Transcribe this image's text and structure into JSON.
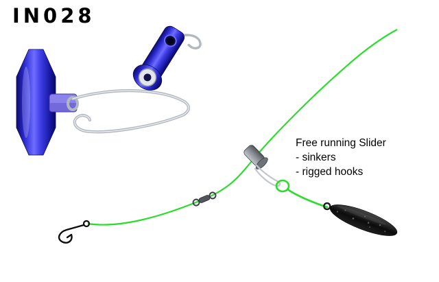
{
  "title": "IN028",
  "annotation": {
    "heading": "Free running Slider",
    "item1": "- sinkers",
    "item2": "- rigged hooks"
  },
  "colors": {
    "body_blue": "#2a2ad0",
    "arm_blue": "#8c82ec",
    "metal": "#b3b8bf",
    "metal_light": "#eef0f3",
    "snap_silver": "#c3c7cd",
    "line_green": "#2bdd2b",
    "hook_black": "#0d0d0d",
    "swivel_gray": "#53575d",
    "sinker_black": "#101010"
  }
}
